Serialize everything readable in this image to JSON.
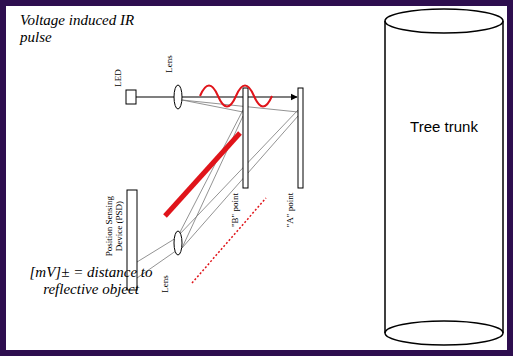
{
  "diagram": {
    "nodes": [
      {
        "text": [
          "Tree trunk"
        ]
      }
    ],
    "labels": [
      "Voltage induced IR pulse",
      "Lens",
      "LED",
      "Position Sensing Device (PSD)",
      "Lens",
      "\"B\" point",
      "\"A\" point",
      "[mV]± = distance to reflective object"
    ]
  }
}
